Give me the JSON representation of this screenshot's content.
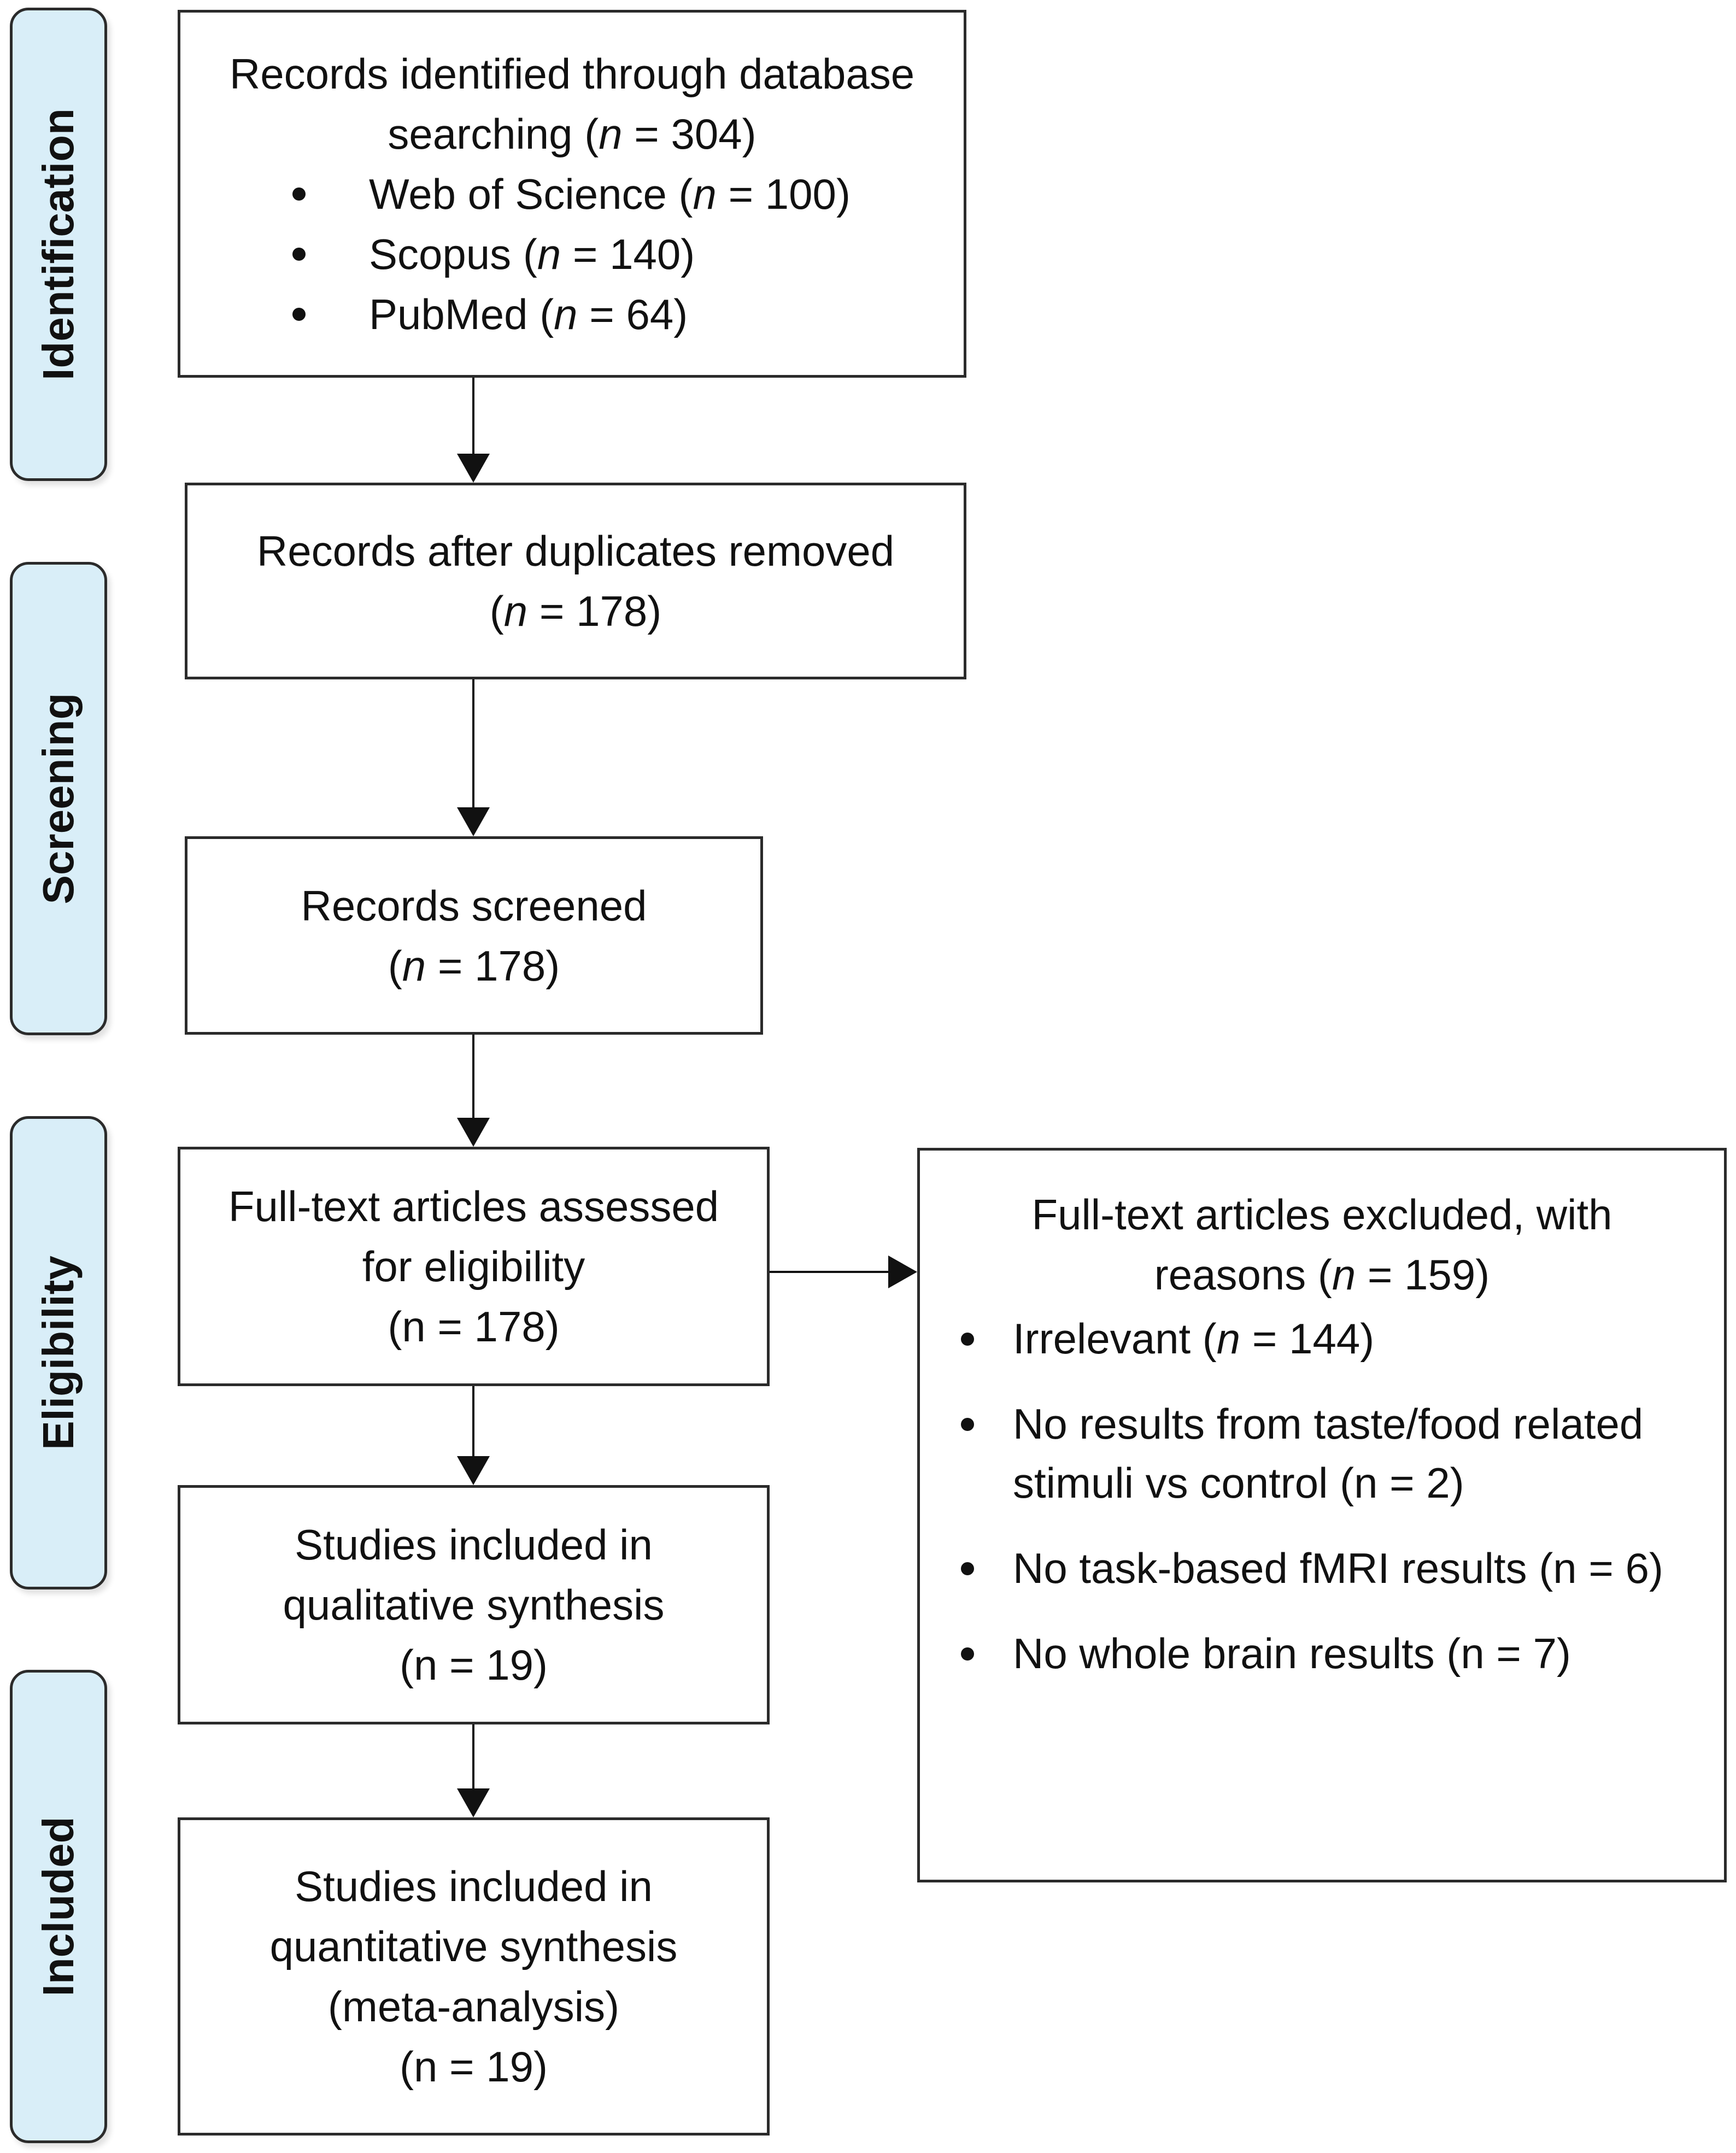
{
  "phases": {
    "identification": "Identification",
    "screening": "Screening",
    "eligibility": "Eligibility",
    "included": "Included"
  },
  "boxes": {
    "identification": {
      "line1": "Records identified through database",
      "line2_pre": "searching (",
      "line2_n": "n",
      "line2_post": " = 304)",
      "sources": [
        {
          "label": "Web of Science (",
          "n": "n",
          "post": " = 100)"
        },
        {
          "label": "Scopus (",
          "n": "n",
          "post": " = 140)"
        },
        {
          "label": "PubMed (",
          "n": "n",
          "post": " = 64)"
        }
      ]
    },
    "duplicates": {
      "line1": "Records after duplicates removed",
      "pre": "(",
      "n": "n",
      "post": " = 178)"
    },
    "screened": {
      "line1": "Records screened",
      "pre": "(",
      "n": "n",
      "post": " = 178)"
    },
    "fulltext": {
      "line1": "Full-text articles assessed",
      "line2": "for eligibility",
      "line3": "(n = 178)"
    },
    "qualitative": {
      "line1": "Studies included in",
      "line2": "qualitative synthesis",
      "line3": "(n = 19)"
    },
    "quantitative": {
      "line1": "Studies included in",
      "line2": "quantitative synthesis",
      "line3": "(meta-analysis)",
      "line4": "(n = 19)"
    },
    "excluded": {
      "line1": "Full-text articles excluded, with",
      "line2_pre": "reasons (",
      "line2_n": "n",
      "line2_post": " = 159)",
      "reasons": [
        {
          "pre": "Irrelevant (",
          "n": "n",
          "post": " = 144)"
        },
        {
          "line1": "No results from taste/food related",
          "line2": "stimuli vs control (n = 2)"
        },
        {
          "text": "No task-based fMRI results (n = 6)"
        },
        {
          "text": "No whole brain results (n = 7)"
        }
      ]
    }
  }
}
